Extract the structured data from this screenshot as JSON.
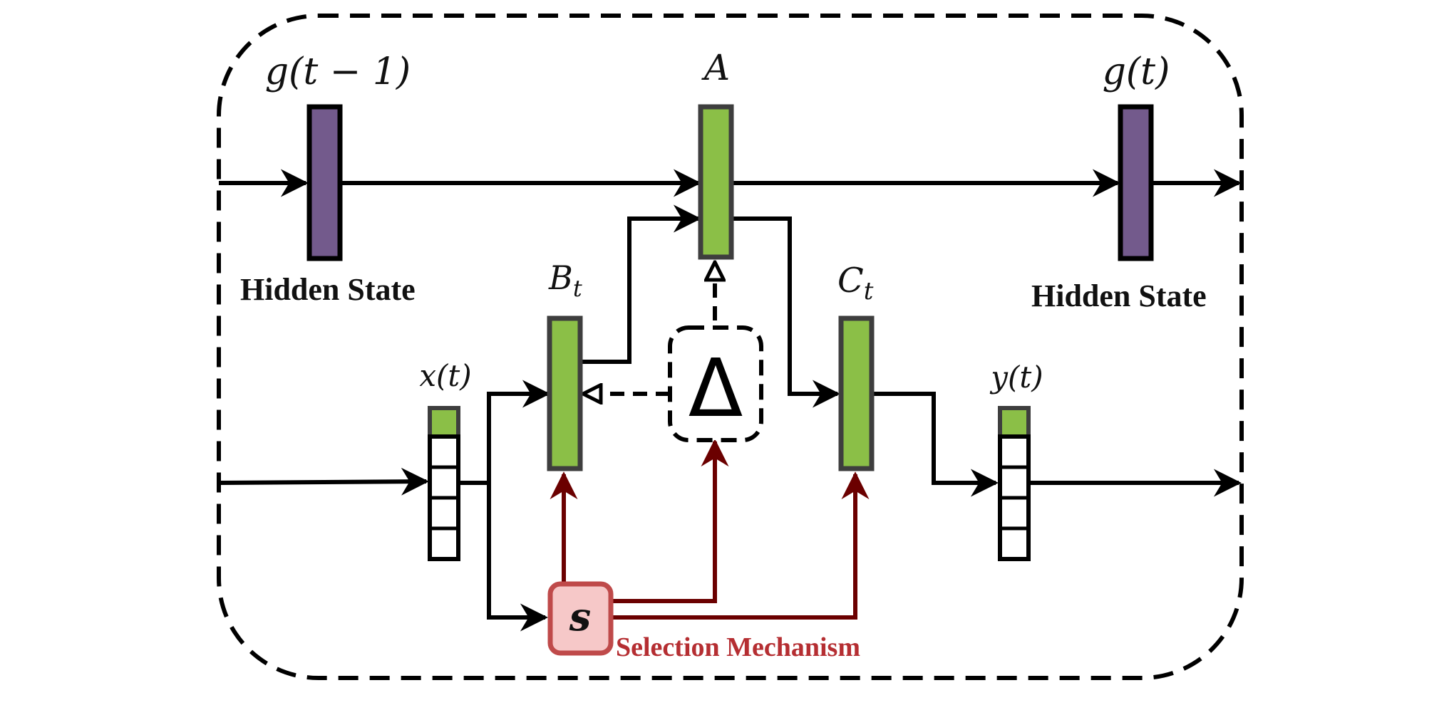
{
  "labels": {
    "g_prev": "g(t − 1)",
    "a": "A",
    "g_curr": "g(t)",
    "hidden_left": "Hidden State",
    "hidden_right": "Hidden State",
    "b_main": "B",
    "b_sub": "t",
    "c_main": "C",
    "c_sub": "t",
    "x": "x(t)",
    "y": "y(t)",
    "delta": "Δ",
    "s": "s",
    "selection": "Selection Mechanism"
  },
  "colors": {
    "hidden_state": "#735a8c",
    "parameter": "#8bbf47",
    "selection": "#6b0000",
    "selection_label": "#b52e32",
    "selector_fill": "#f6c8c8",
    "selector_stroke": "#bf4a4a",
    "outline": "#3e3e3e",
    "line": "#000000"
  }
}
